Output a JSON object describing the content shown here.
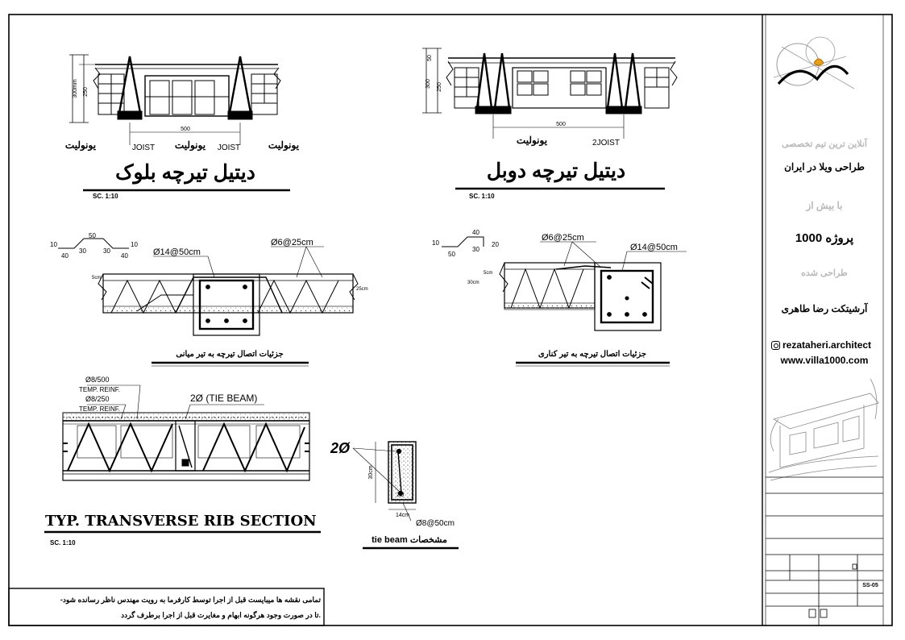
{
  "top_left": {
    "title": "دیتیل تیرچه بلوک",
    "scale": "SC. 1:10",
    "label_left": "یونولیت",
    "label_joist_left": "JOIST",
    "label_mid": "یونولیت",
    "label_joist_right": "JOIST",
    "label_right": "یونولیت",
    "dim_spacing": "500",
    "dim_h1": "300mm",
    "dim_h2": "250"
  },
  "top_right": {
    "title": "دیتیل تیرچه دوبل",
    "scale": "SC. 1:10",
    "label_left": "یونولیت",
    "label_joist": "2JOIST",
    "dim_spacing": "500",
    "dim_h1": "300",
    "dim_h2": "250",
    "dim_top": "50"
  },
  "mid_left": {
    "caption": "جزئیات اتصال تیرچه به تیر میانی",
    "bar_main": "Ø14@50cm",
    "bar_stirrup": "Ø6@25cm",
    "profile_dims": [
      "10",
      "50",
      "10",
      "40",
      "30",
      "30",
      "40"
    ],
    "dim_top": "5cm",
    "dim_side": "25cm"
  },
  "mid_right": {
    "caption": "جزئیات اتصال تیرچه به تیر کناری",
    "bar_main": "Ø14@50cm",
    "bar_stirrup": "Ø6@25cm",
    "profile_dims": [
      "10",
      "40",
      "20",
      "50",
      "30"
    ],
    "dim_top": "5cm",
    "dim_side": "30cm"
  },
  "rib_section": {
    "title": "TYP. TRANSVERSE RIB SECTION",
    "scale": "SC. 1:10",
    "temp_reinf_1": "Ø8/500",
    "temp_reinf_1_label": "TEMP. REINF.",
    "temp_reinf_2": "Ø8/250",
    "temp_reinf_2_label": "TEMP. REINF.",
    "tie_beam_label": "2Ø (TIE BEAM)"
  },
  "tie_beam": {
    "caption": "tie beam مشخصات",
    "bars": "2Ø",
    "stirrup": "Ø8@50cm",
    "width": "14cm",
    "height": "30cm",
    "bottom_mark": "2Ø"
  },
  "note": {
    "line1": "-تمامی نقشه ها میبایست قبل از اجرا توسط کارفرما به رویت مهندس ناظر رسانده شود",
    "line2": "تا در صورت وجود هرگونه ابهام و مغایرت قبل از اجرا برطرف گردد."
  },
  "sidebar": {
    "line_faint": "آنلاین ترین تیم تخصصی",
    "line_main": "طراحی ویلا در ایران",
    "line_faint2": "با بیش از",
    "count": "1000 پروژه",
    "line_faint3": "طراحی شده",
    "architect": "آرشیتکت رضا طاهری",
    "instagram": "rezataheri.architect",
    "website": "www.villa1000.com",
    "sheet_no": "SS-05"
  },
  "colors": {
    "ink": "#000000",
    "muted": "#b9b9b9",
    "sketch": "#9a9a9a",
    "hatch": "#6c6c6c"
  },
  "icons": [
    "instagram-icon",
    "villa-logo-icon",
    "villa-sketch-image"
  ]
}
